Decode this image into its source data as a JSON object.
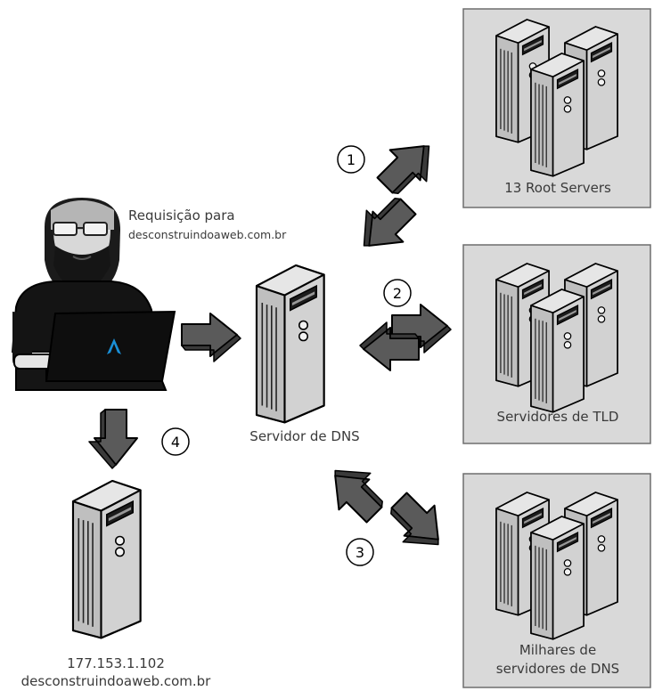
{
  "request": {
    "line1": "Requisição para",
    "line2": "desconstruindoaweb.com.br"
  },
  "dns_server": {
    "label": "Servidor de DNS"
  },
  "root_servers": {
    "label": "13 Root Servers"
  },
  "tld_servers": {
    "label": "Servidores de TLD"
  },
  "authoritative_servers": {
    "line1": "Milhares de",
    "line2": "servidores de DNS"
  },
  "result": {
    "ip": "177.153.1.102",
    "domain": "desconstruindoaweb.com.br"
  },
  "steps": [
    "1",
    "2",
    "3",
    "4"
  ],
  "icons": {
    "user": "user-icon",
    "laptop": "laptop-icon",
    "logo": "arch-linux-logo-icon",
    "server": "server-tower-icon"
  },
  "colors": {
    "panel_fill": "#d8d8d8",
    "panel_border": "#707070",
    "arrow_fill": "#5a5a5a",
    "server_fill": "#c8c8c8"
  }
}
